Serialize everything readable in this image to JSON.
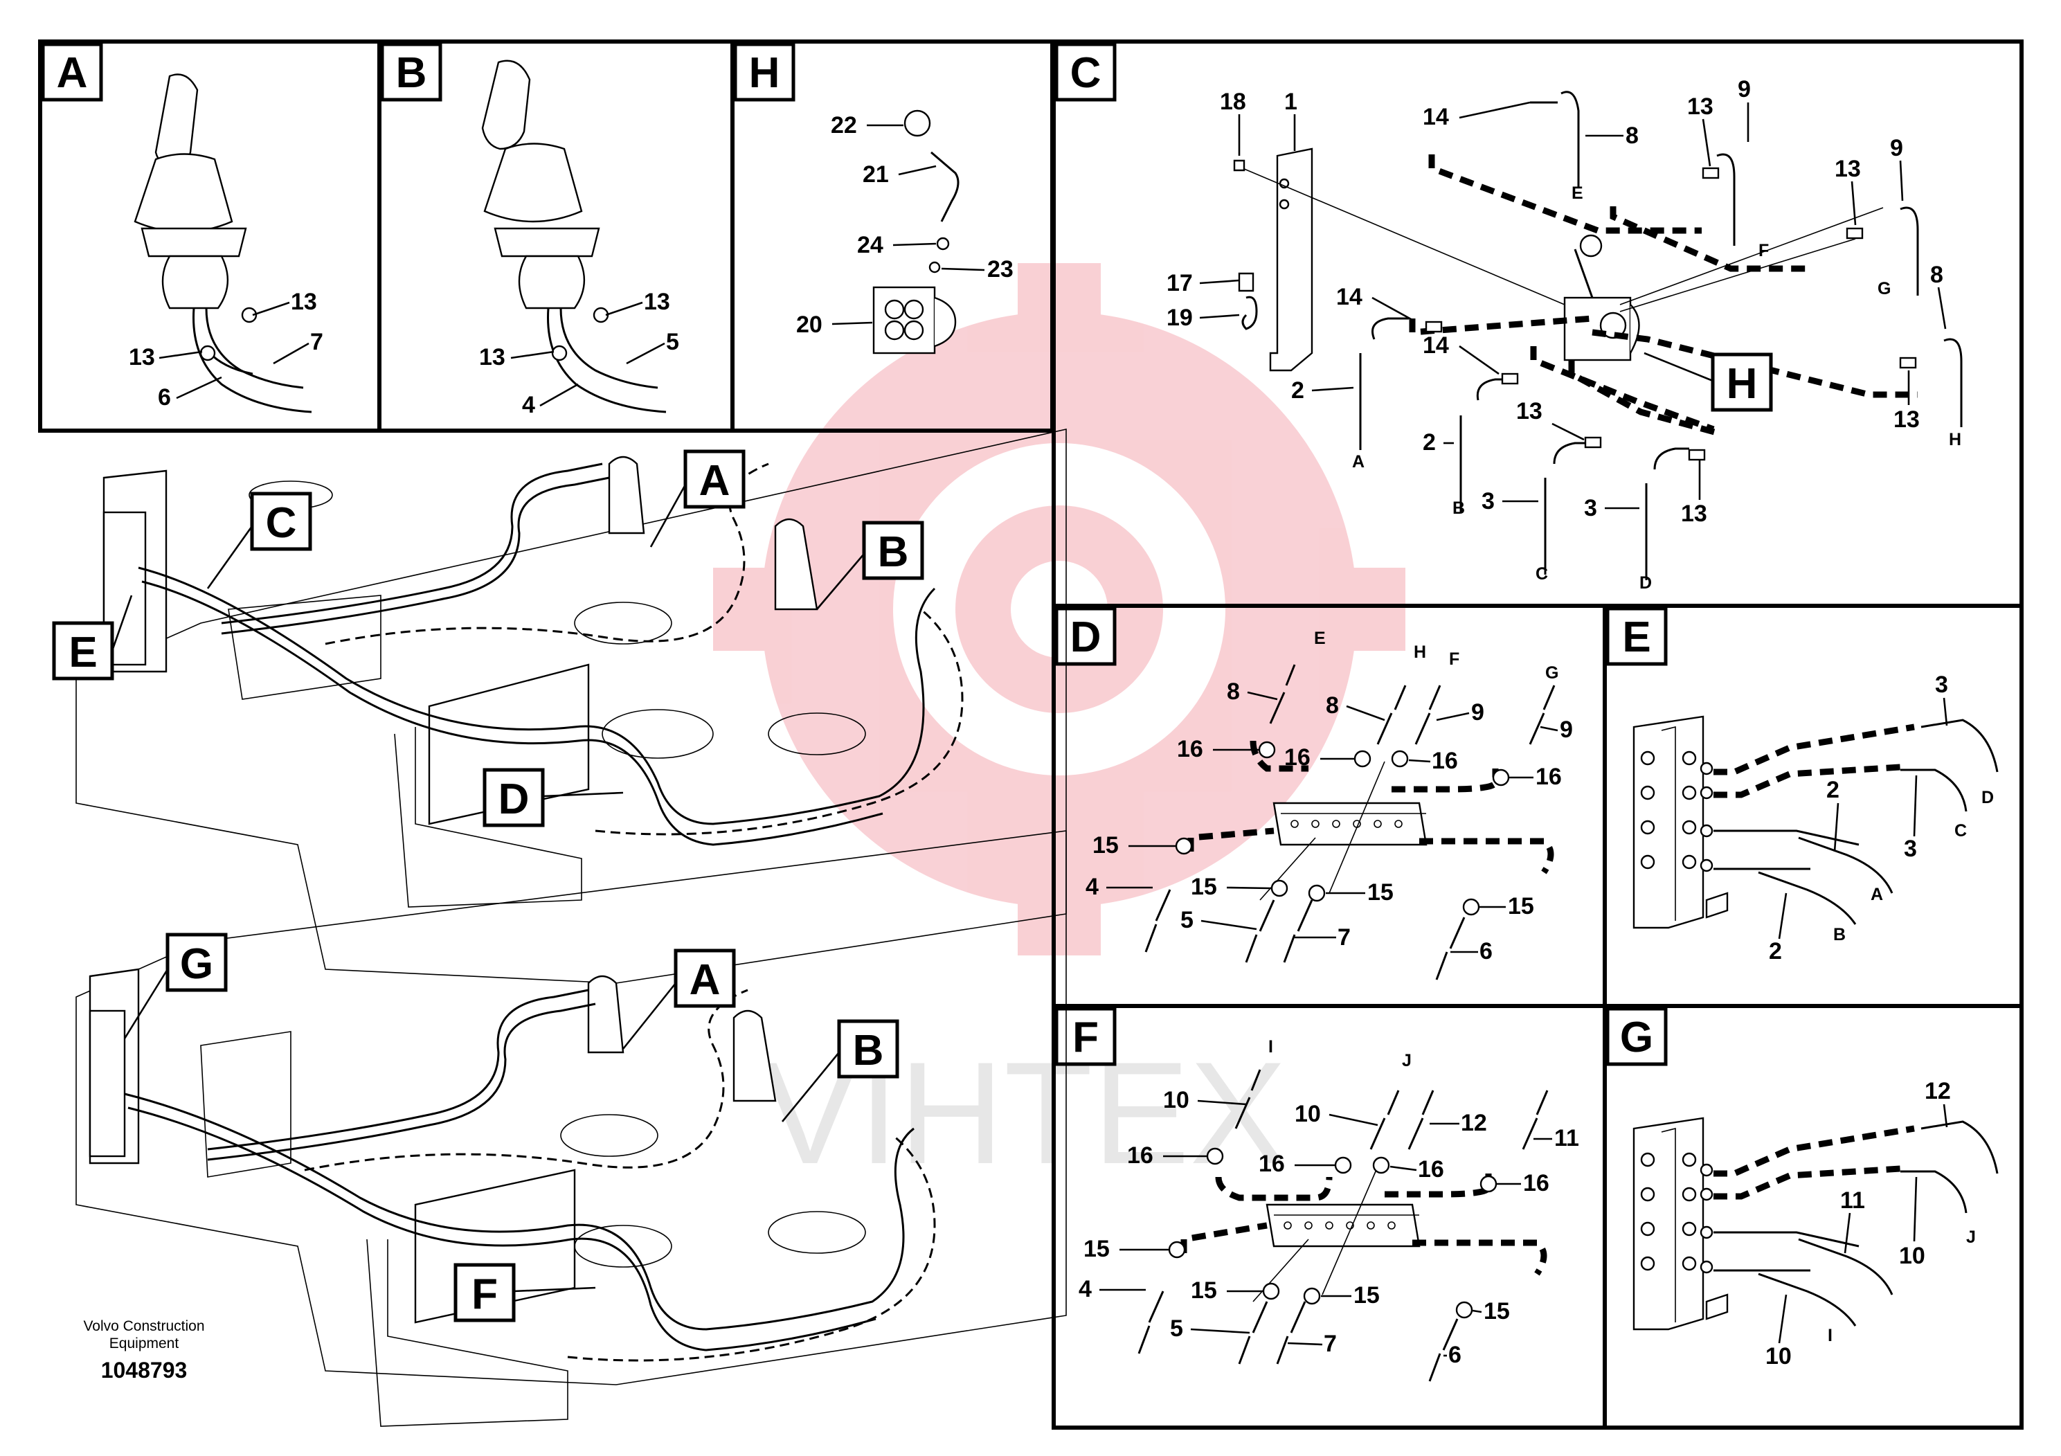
{
  "watermark": {
    "text": "VIHTEX"
  },
  "panels": {
    "a": "A",
    "b": "B",
    "h": "H",
    "c": "C",
    "d": "D",
    "e": "E",
    "f": "F",
    "g": "G"
  },
  "callouts": {
    "a": [
      "13",
      "13",
      "7",
      "6"
    ],
    "b": [
      "13",
      "13",
      "5",
      "4"
    ],
    "h": [
      "22",
      "21",
      "24",
      "23",
      "20"
    ],
    "c": [
      "18",
      "1",
      "14",
      "8",
      "E",
      "13",
      "9",
      "F",
      "13",
      "9",
      "G",
      "8",
      "13",
      "H",
      "17",
      "19",
      "14",
      "14",
      "2",
      "A",
      "2",
      "13",
      "B",
      "3",
      "C",
      "3",
      "D",
      "13"
    ],
    "d": [
      "E",
      "H",
      "F",
      "G",
      "8",
      "8",
      "9",
      "9",
      "16",
      "16",
      "16",
      "16",
      "15",
      "4",
      "15",
      "15",
      "15",
      "5",
      "7",
      "6"
    ],
    "e": [
      "3",
      "D",
      "2",
      "C",
      "3",
      "A",
      "B",
      "2"
    ],
    "f": [
      "I",
      "J",
      "10",
      "10",
      "12",
      "11",
      "16",
      "16",
      "16",
      "16",
      "15",
      "4",
      "15",
      "15",
      "15",
      "5",
      "7",
      "6"
    ],
    "g": [
      "12",
      "11",
      "J",
      "10",
      "I",
      "10"
    ]
  },
  "footer": {
    "brand_line1": "Volvo Construction",
    "brand_line2": "Equipment",
    "drawing_number": "1048793"
  }
}
